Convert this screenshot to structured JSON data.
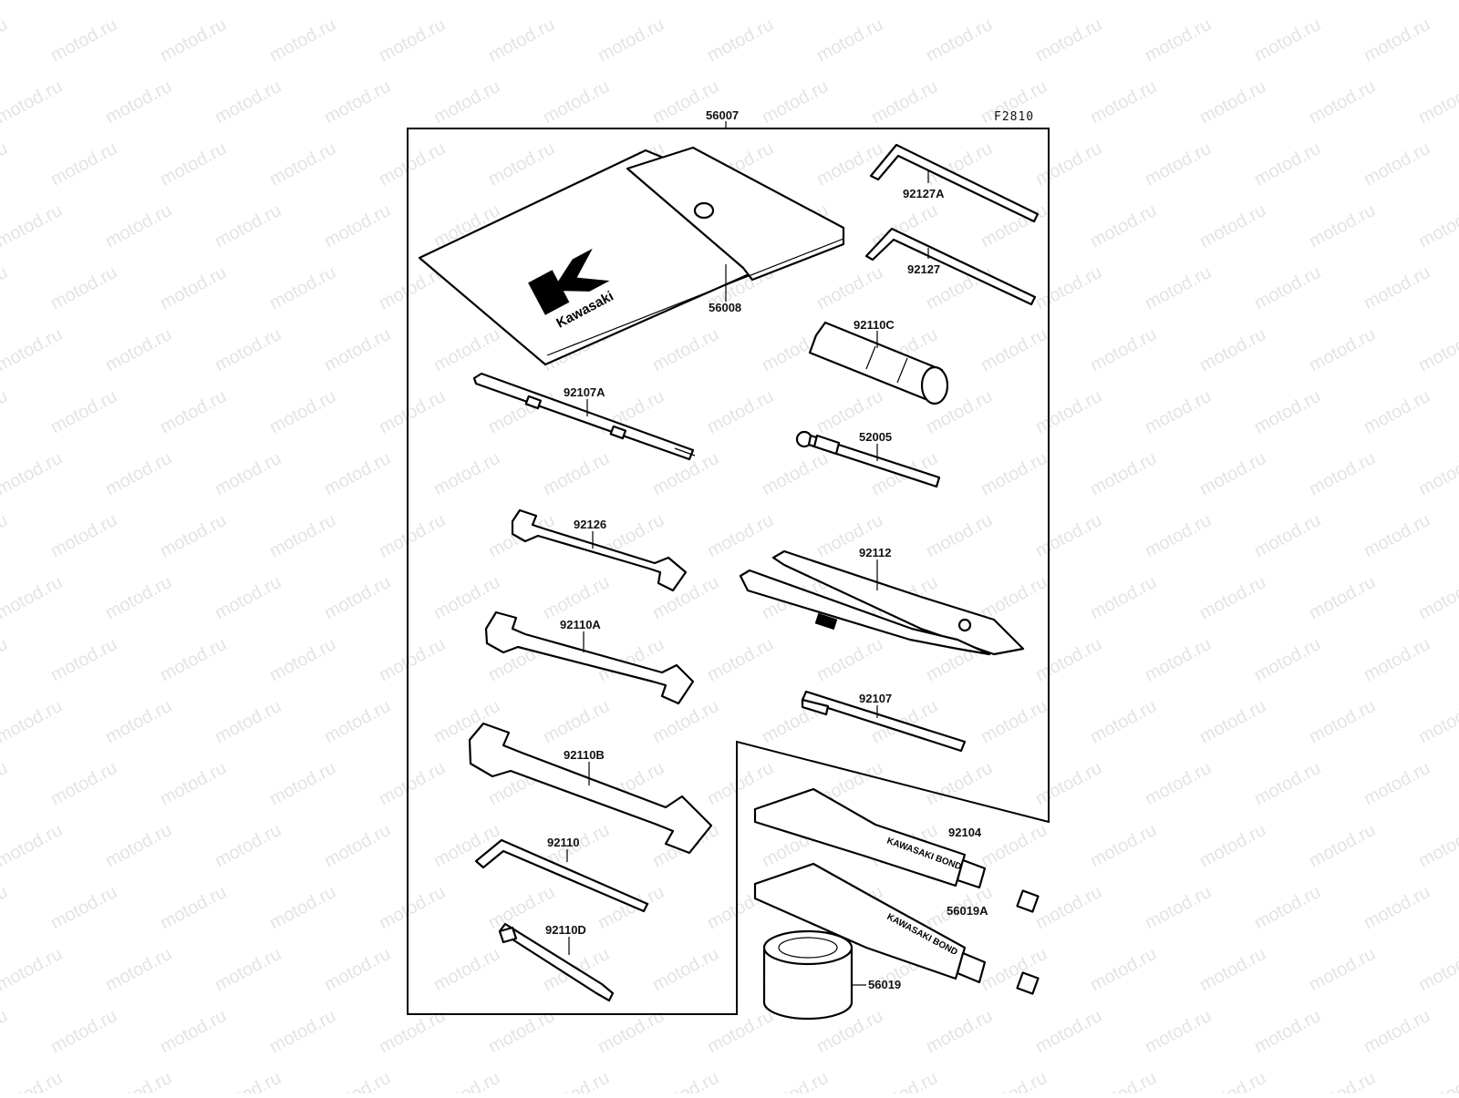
{
  "diagram": {
    "figure_code": "F2810",
    "watermark": "motod.ru",
    "logo": {
      "brand": "Kawasaki"
    },
    "tube_print": "KAWASAKI BOND",
    "parts": [
      {
        "id": "56007",
        "name": "tool-kit-assy"
      },
      {
        "id": "56008",
        "name": "tool-pouch"
      },
      {
        "id": "92127A",
        "name": "hex-wrench-large"
      },
      {
        "id": "92127",
        "name": "hex-wrench"
      },
      {
        "id": "92110C",
        "name": "spark-plug-socket"
      },
      {
        "id": "92107A",
        "name": "screwdriver-shaft"
      },
      {
        "id": "52005",
        "name": "screwdriver-handle"
      },
      {
        "id": "92126",
        "name": "open-wrench-small"
      },
      {
        "id": "92112",
        "name": "pliers"
      },
      {
        "id": "92110A",
        "name": "open-wrench-medium"
      },
      {
        "id": "92107",
        "name": "screwdriver-bit"
      },
      {
        "id": "92110B",
        "name": "open-wrench-large"
      },
      {
        "id": "92104",
        "name": "bond-tube"
      },
      {
        "id": "92110",
        "name": "hex-key"
      },
      {
        "id": "56019A",
        "name": "bond-tube-a"
      },
      {
        "id": "92110D",
        "name": "spoke-tool"
      },
      {
        "id": "56019",
        "name": "grease-can"
      }
    ]
  }
}
